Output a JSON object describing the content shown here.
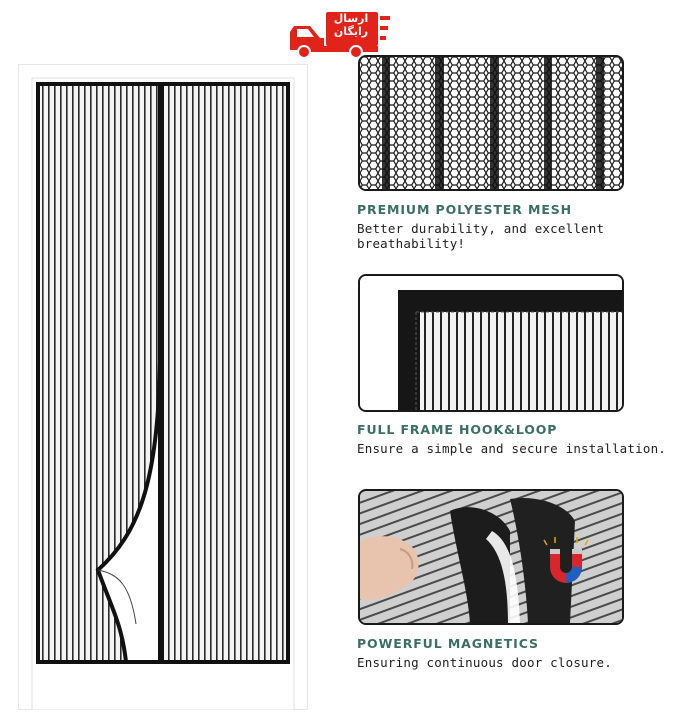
{
  "badge": {
    "line1": "ارسال",
    "line2": "رایگان",
    "color": "#e2231a"
  },
  "features": [
    {
      "title": "PREMIUM POLYESTER MESH",
      "description_lines": [
        "Better durability, and excellent",
        "breathability!"
      ]
    },
    {
      "title": "FULL FRAME HOOK&LOOP",
      "description_lines": [
        "Ensure a simple and secure installation."
      ]
    },
    {
      "title": "POWERFUL MAGNETICS",
      "description_lines": [
        "Ensuring continuous door closure."
      ]
    }
  ],
  "colors": {
    "title": "#3b6f66",
    "frame": "#111111",
    "magnet_red": "#d8262b",
    "magnet_blue": "#1f5fbf"
  }
}
